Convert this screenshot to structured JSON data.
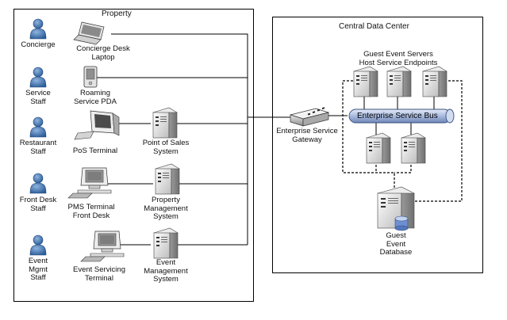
{
  "property": {
    "title": "Property",
    "roles": [
      {
        "name": "Concierge"
      },
      {
        "name": "Service\nStaff"
      },
      {
        "name": "Restaurant\nStaff"
      },
      {
        "name": "Front Desk\nStaff"
      },
      {
        "name": "Event\nMgmt\nStaff"
      }
    ],
    "devices": [
      {
        "name": "Concierge Desk\nLaptop",
        "icon": "laptop-icon"
      },
      {
        "name": "Roaming\nService PDA",
        "icon": "pda-icon"
      },
      {
        "name": "PoS Terminal",
        "icon": "pos-terminal-icon"
      },
      {
        "name": "PMS Terminal\nFront Desk",
        "icon": "desktop-computer-icon"
      },
      {
        "name": "Event Servicing\nTerminal",
        "icon": "desktop-computer-icon"
      }
    ],
    "systems": [
      {
        "name": "Point of Sales\nSystem"
      },
      {
        "name": "Property\nManagement\nSystem"
      },
      {
        "name": "Event\nManagement\nSystem"
      }
    ]
  },
  "gateway": {
    "name": "Enterprise Service\nGateway",
    "icon": "network-switch-icon"
  },
  "data_center": {
    "title": "Central Data Center",
    "servers_label": "Guest Event Servers\nHost Service Endpoints",
    "bus_label": "Enterprise Service Bus",
    "database_label": "Guest\nEvent\nDatabase"
  }
}
